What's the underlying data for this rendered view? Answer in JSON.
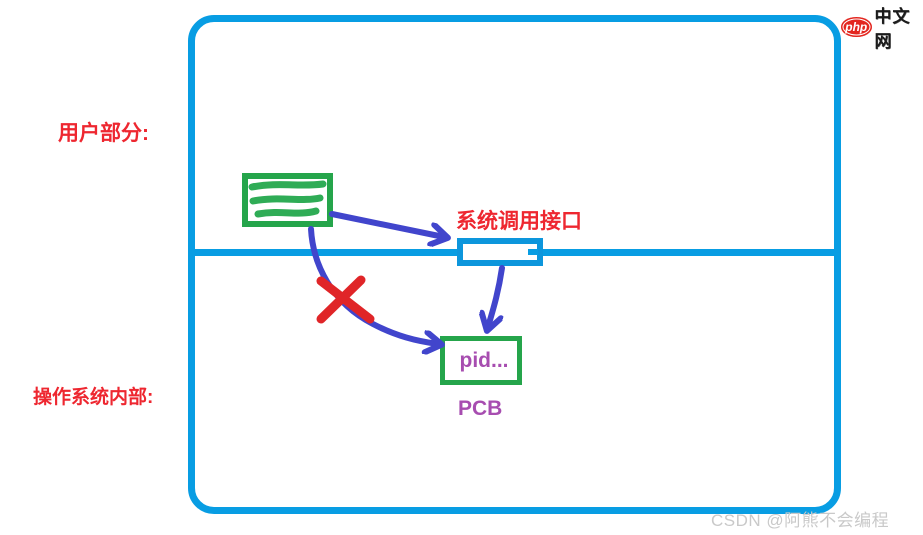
{
  "diagram": {
    "labels": {
      "user_part": "用户部分:",
      "os_internal": "操作系统内部:",
      "syscall_interface": "系统调用接口",
      "pid": "pid...",
      "pcb": "PCB"
    },
    "colors": {
      "frame_blue": "#089DE3",
      "arrow_indigo": "#4145CC",
      "box_green": "#25A54B",
      "label_red": "#EE2730",
      "purple_text": "#A74DB0",
      "cross_red": "#E02528"
    }
  },
  "watermarks": {
    "php_logo_text": "php",
    "php_site_text": "中文网",
    "csdn": "CSDN @阿熊不会编程"
  }
}
